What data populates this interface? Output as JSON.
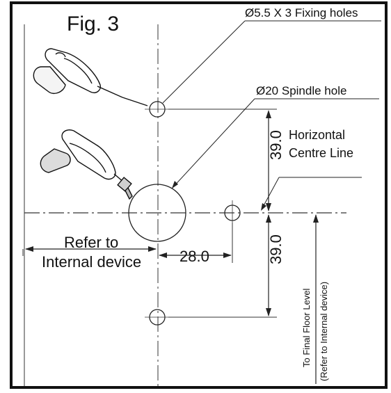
{
  "figure": {
    "title": "Fig. 3",
    "labels": {
      "fixing_holes": "Ø5.5 X 3 Fixing holes",
      "spindle_hole": "Ø20 Spindle hole",
      "horizontal_line_1": "Horizontal",
      "horizontal_line_2": "Centre Line",
      "refer_1": "Refer to",
      "refer_2": "Internal device",
      "floor_1": "To Final Floor Level",
      "floor_2": "(Refer to Internal device)"
    },
    "dimensions": {
      "upper_vertical": "39.0",
      "lower_vertical": "39.0",
      "horizontal": "28.0"
    },
    "colors": {
      "frame": "#111111",
      "stroke": "#1a1a1a",
      "text": "#111111"
    },
    "icons": [
      "screwdriver-icon",
      "screw-bit-icon"
    ]
  }
}
